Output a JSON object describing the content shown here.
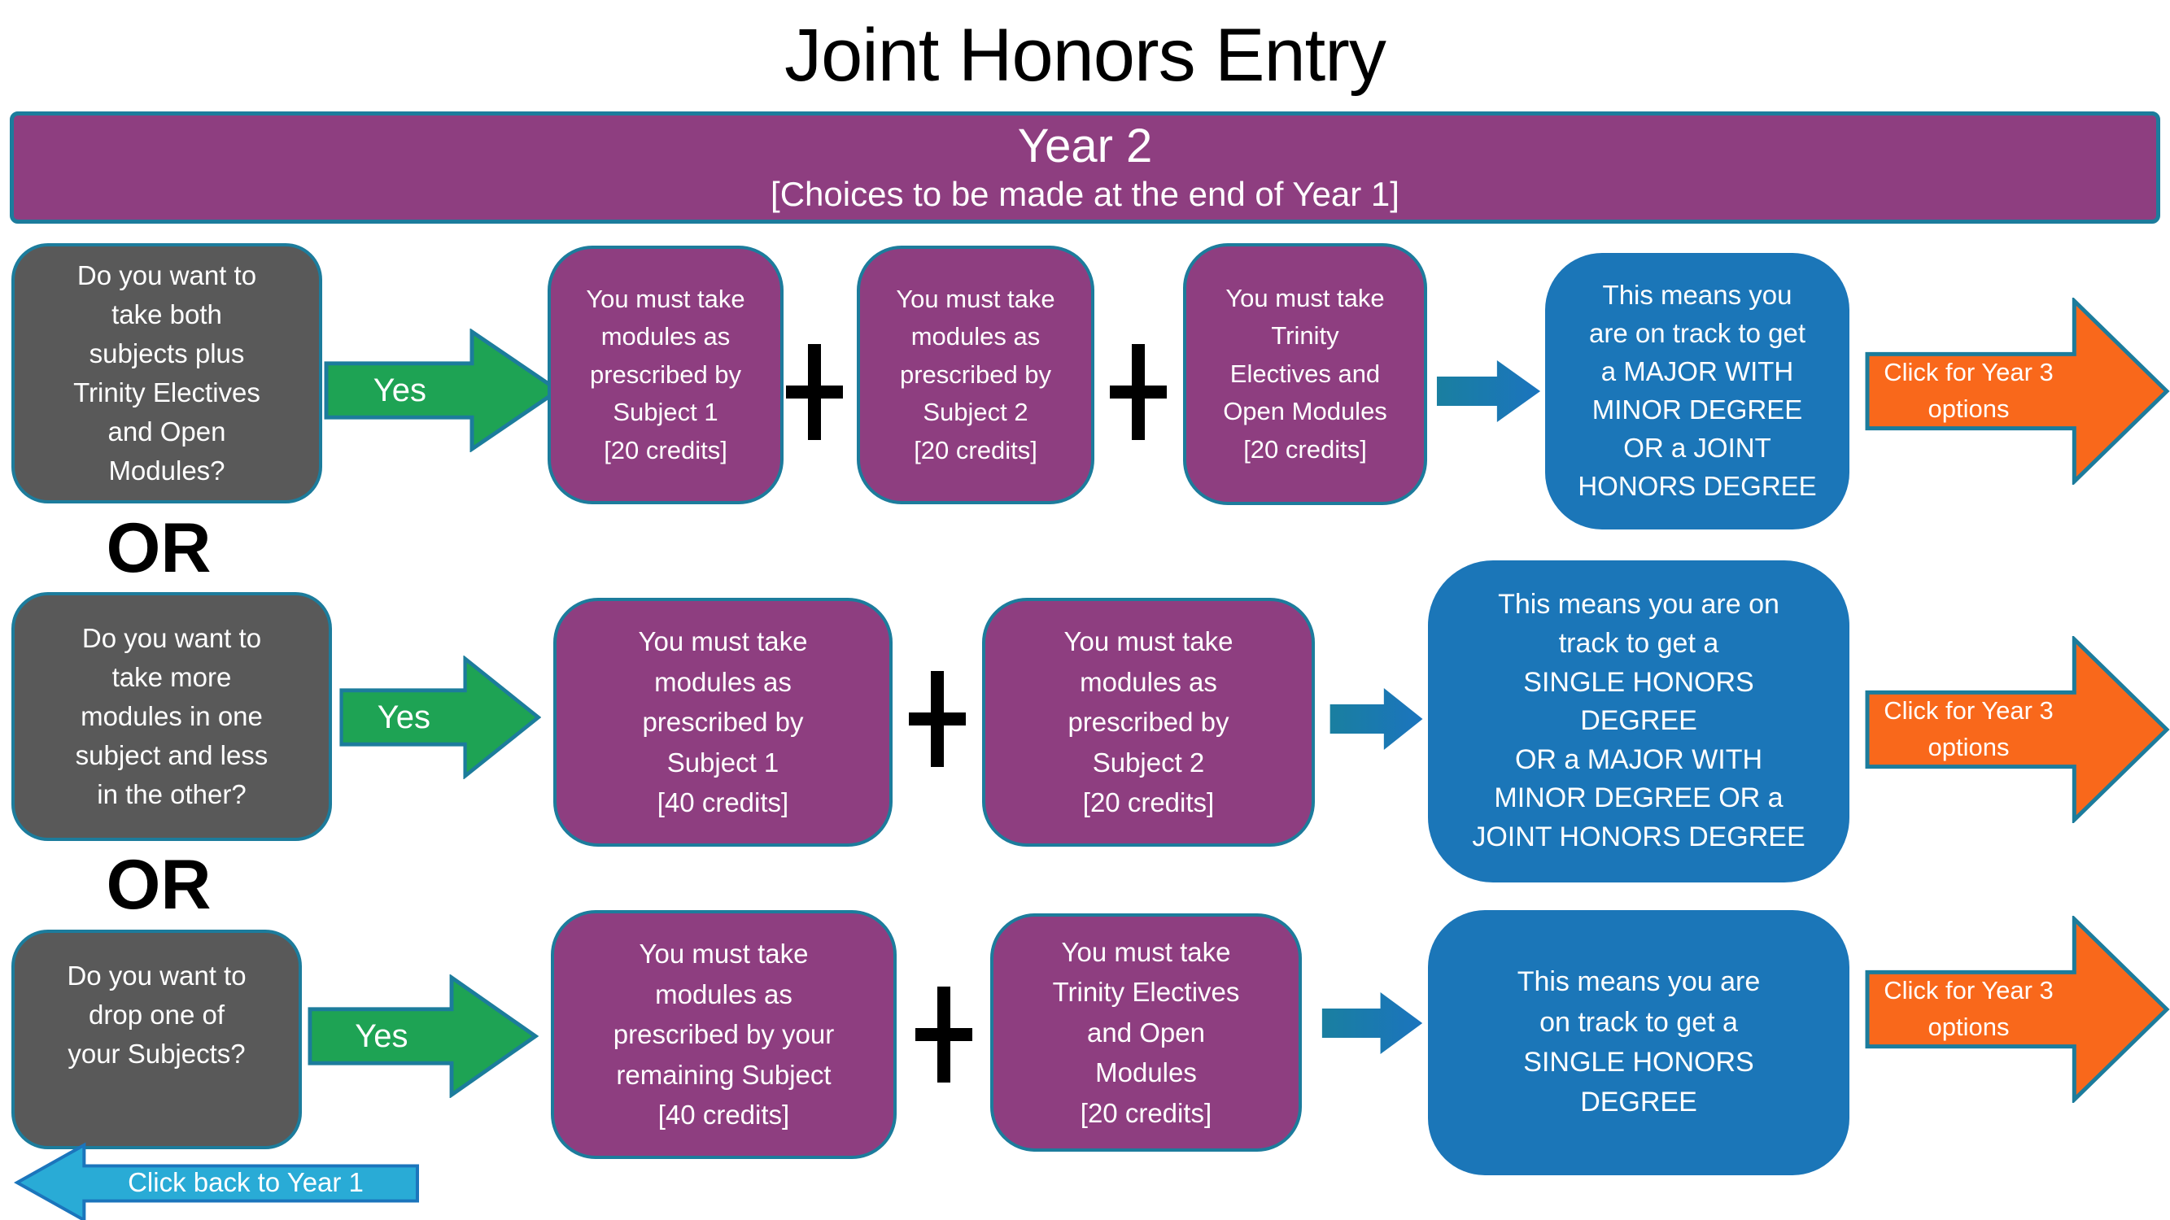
{
  "title": "Joint Honors Entry",
  "banner": {
    "title": "Year 2",
    "subtitle": "[Choices to be made at the end of Year 1]"
  },
  "or_separator": "OR",
  "icons": {
    "plus": "+",
    "flow_arrow": "→",
    "back_arrow": "←"
  },
  "colors": {
    "purple": "#8E3E80",
    "teal_border": "#1C7C9C",
    "gray": "#595959",
    "green": "#1EA354",
    "blue_box": "#1B76B8",
    "blue_arrow_start": "#1A7FA0",
    "blue_arrow_end": "#1B74BE",
    "orange": "#F9681B",
    "cyan": "#29ABD6",
    "cyan_border": "#1B75BC",
    "text_on_shapes": "#FFFFFF",
    "text_black": "#000000"
  },
  "rows": [
    {
      "question": "Do you want to\ntake both\nsubjects plus\nTrinity Electives\nand Open\nModules?",
      "yes": "Yes",
      "modules": [
        "You must take\nmodules as\nprescribed by\nSubject 1\n[20 credits]",
        "You must take\nmodules as\nprescribed by\nSubject 2\n[20 credits]",
        "You must take\nTrinity\nElectives and\nOpen Modules\n[20 credits]"
      ],
      "outcome": "This means you\nare on track to get\na MAJOR WITH\nMINOR DEGREE\nOR a JOINT\nHONORS DEGREE",
      "cta": "Click for Year 3\noptions"
    },
    {
      "question": "Do you want to\ntake more\nmodules in one\nsubject and less\nin the other?",
      "yes": "Yes",
      "modules": [
        "You must take\nmodules as\nprescribed by\nSubject 1\n[40 credits]",
        "You must take\nmodules as\nprescribed by\nSubject 2\n[20 credits]"
      ],
      "outcome": "This means you are on\ntrack to get a\nSINGLE HONORS\nDEGREE\nOR a MAJOR WITH\nMINOR DEGREE OR a\nJOINT HONORS DEGREE",
      "cta": "Click for Year 3\noptions"
    },
    {
      "question": "Do you want to\ndrop one of\nyour Subjects?",
      "yes": "Yes",
      "modules": [
        "You must take\nmodules as\nprescribed by your\nremaining Subject\n[40 credits]",
        "You must take\nTrinity Electives\nand Open\nModules\n[20 credits]"
      ],
      "outcome": "This means you are\non track to get a\nSINGLE HONORS\nDEGREE",
      "cta": "Click for Year 3\noptions"
    }
  ],
  "back_button": "Click back to Year 1"
}
